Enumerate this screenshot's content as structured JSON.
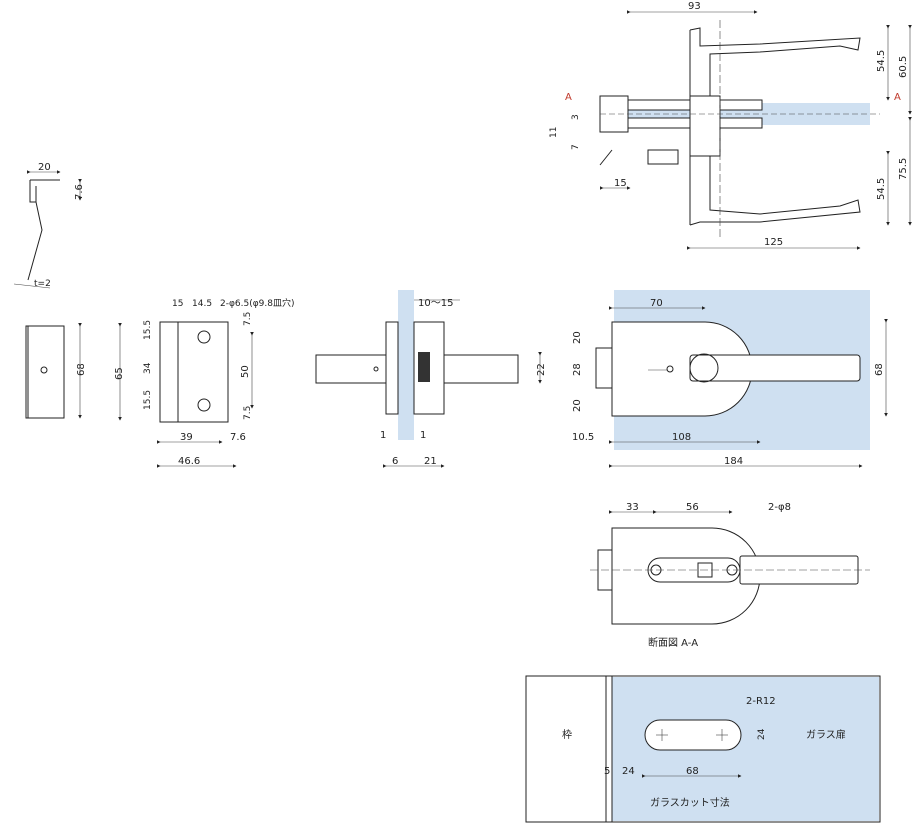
{
  "labels": {
    "section_marker": "A",
    "section_title": "断面図 A-A",
    "frame": "枠",
    "glass_door": "ガラス扉",
    "glass_cut": "ガラスカット寸法",
    "hole_note": "2-φ6.5(φ9.8皿穴)",
    "hole_note2": "2-φ8",
    "radius_note": "2-R12",
    "thickness_note": "t=2",
    "glass_range": "10〜15"
  },
  "dims": {
    "top_93": "93",
    "top_54_5a": "54.5",
    "top_60_5": "60.5",
    "top_3": "3",
    "top_11": "11",
    "top_7": "7",
    "top_15": "15",
    "top_75_5": "75.5",
    "top_54_5b": "54.5",
    "top_125": "125",
    "strike_20": "20",
    "strike_7_6": "7.6",
    "strike_68": "68",
    "plate_15": "15",
    "plate_14_5": "14.5",
    "plate_7_5a": "7.5",
    "plate_15_5a": "15.5",
    "plate_65": "65",
    "plate_34": "34",
    "plate_50": "50",
    "plate_15_5b": "15.5",
    "plate_7_5b": "7.5",
    "plate_39": "39",
    "plate_7_6": "7.6",
    "plate_46_6": "46.6",
    "side_1a": "1",
    "side_1b": "1",
    "side_6": "6",
    "side_21": "21",
    "side_22": "22",
    "front_70": "70",
    "front_20a": "20",
    "front_28": "28",
    "front_20b": "20",
    "front_68": "68",
    "front_10_5": "10.5",
    "front_108": "108",
    "front_184": "184",
    "sec_33": "33",
    "sec_56": "56",
    "cut_5": "5",
    "cut_24a": "24",
    "cut_68": "68",
    "cut_24b": "24"
  }
}
